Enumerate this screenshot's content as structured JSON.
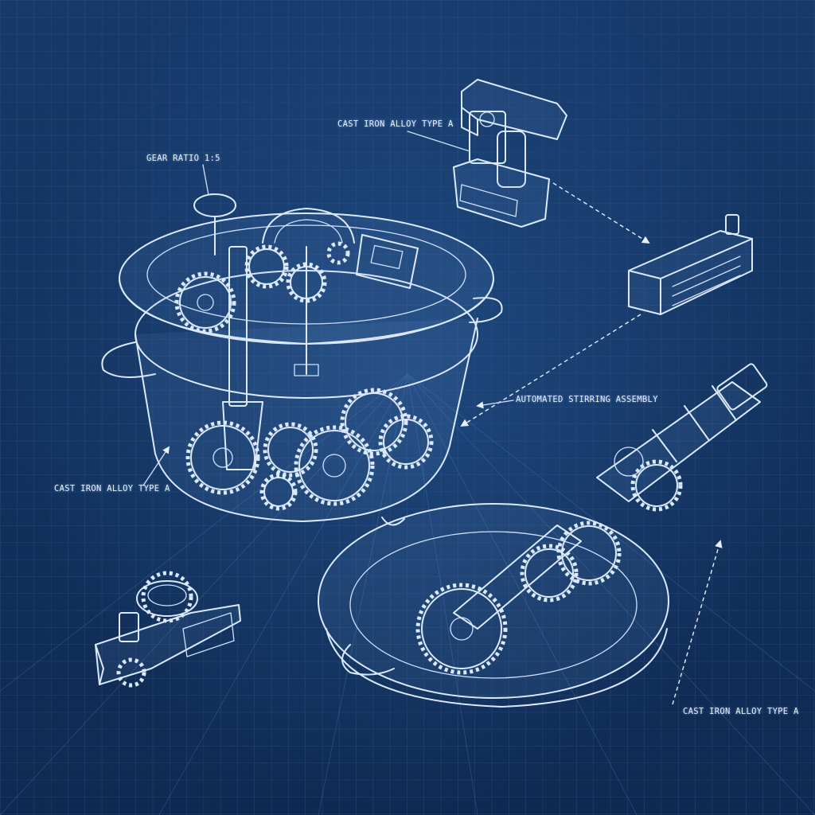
{
  "labels": {
    "gear_ratio": "GEAR RATIO 1:5",
    "alloy_top": "CAST IRON ALLOY TYPE A",
    "stirring": "AUTOMATED STIRRING ASSEMBLY",
    "alloy_left": "CAST IRON ALLOY TYPE A",
    "alloy_right": "CAST IRON ALLOY TYPE A"
  },
  "colors": {
    "background": "#12305a",
    "grid": "#3a63a0",
    "line": "#dbe9ff"
  }
}
